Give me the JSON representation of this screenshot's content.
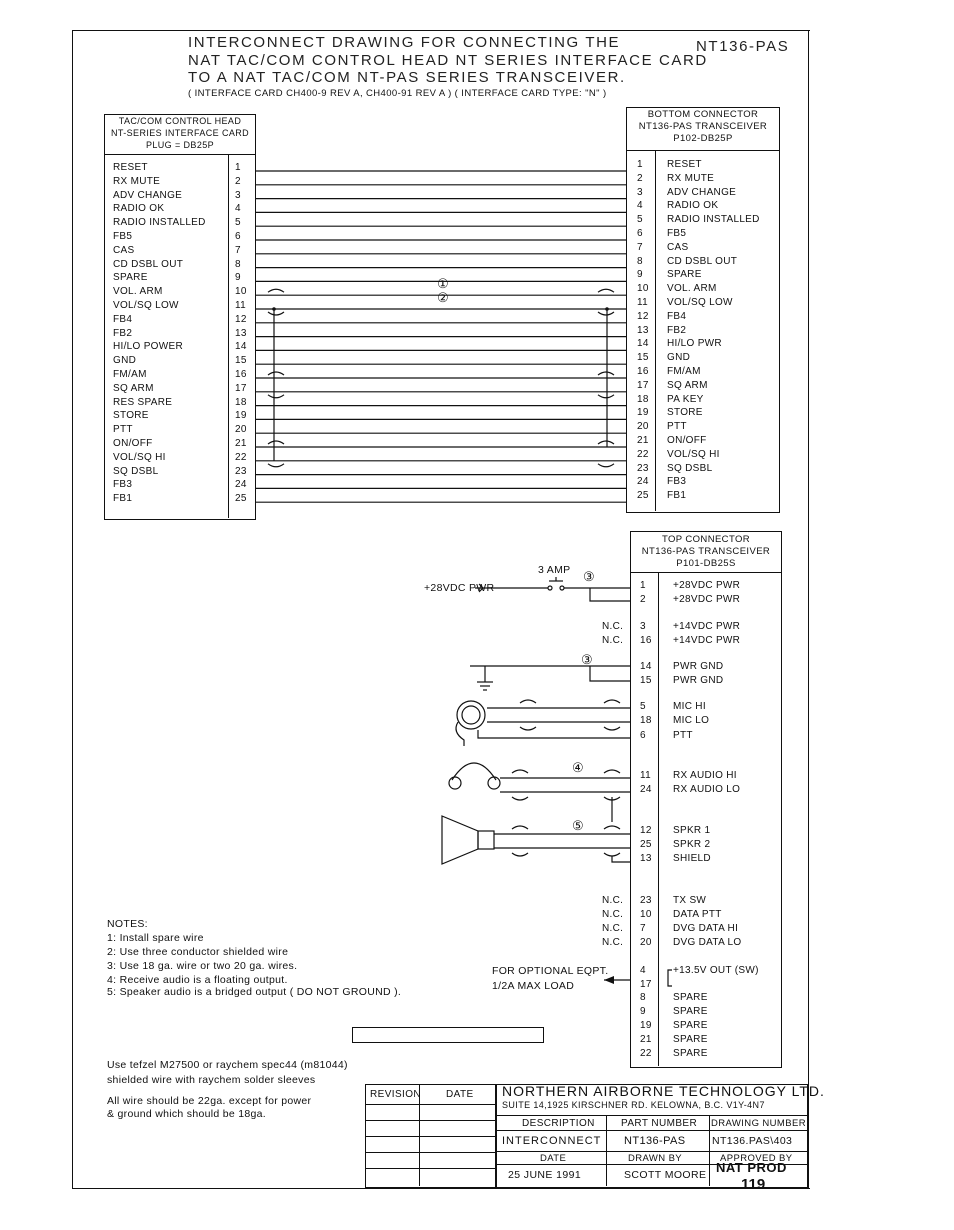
{
  "header": {
    "title_line1": "INTERCONNECT DRAWING FOR CONNECTING THE",
    "title_line2": "NAT TAC/COM CONTROL HEAD NT SERIES INTERFACE CARD",
    "title_line3": "TO A NAT TAC/COM NT-PAS SERIES TRANSCEIVER.",
    "subtitle": "( INTERFACE CARD CH400-9 REV A, CH400-91 REV A ) ( INTERFACE CARD TYPE: \"N\" )",
    "model": "NT136-PAS"
  },
  "left_connector": {
    "header_lines": [
      "TAC/COM CONTROL HEAD",
      "NT-SERIES INTERFACE CARD",
      "PLUG = DB25P"
    ],
    "pins": [
      {
        "label": "RESET",
        "num": "1"
      },
      {
        "label": "RX MUTE",
        "num": "2"
      },
      {
        "label": "ADV CHANGE",
        "num": "3"
      },
      {
        "label": "RADIO OK",
        "num": "4"
      },
      {
        "label": "RADIO INSTALLED",
        "num": "5"
      },
      {
        "label": "FB5",
        "num": "6"
      },
      {
        "label": "CAS",
        "num": "7"
      },
      {
        "label": "CD DSBL OUT",
        "num": "8"
      },
      {
        "label": "SPARE",
        "num": "9"
      },
      {
        "label": "VOL. ARM",
        "num": "10"
      },
      {
        "label": "VOL/SQ LOW",
        "num": "11"
      },
      {
        "label": "FB4",
        "num": "12"
      },
      {
        "label": "FB2",
        "num": "13"
      },
      {
        "label": "HI/LO POWER",
        "num": "14"
      },
      {
        "label": "GND",
        "num": "15"
      },
      {
        "label": "FM/AM",
        "num": "16"
      },
      {
        "label": "SQ ARM",
        "num": "17"
      },
      {
        "label": "RES SPARE",
        "num": "18"
      },
      {
        "label": "STORE",
        "num": "19"
      },
      {
        "label": "PTT",
        "num": "20"
      },
      {
        "label": "ON/OFF",
        "num": "21"
      },
      {
        "label": "VOL/SQ HI",
        "num": "22"
      },
      {
        "label": "SQ DSBL",
        "num": "23"
      },
      {
        "label": "FB3",
        "num": "24"
      },
      {
        "label": "FB1",
        "num": "25"
      }
    ]
  },
  "bottom_connector": {
    "header_lines": [
      "BOTTOM CONNECTOR",
      "NT136-PAS TRANSCEIVER",
      "P102-DB25P"
    ],
    "pins": [
      {
        "num": "1",
        "label": "RESET"
      },
      {
        "num": "2",
        "label": "RX MUTE"
      },
      {
        "num": "3",
        "label": "ADV CHANGE"
      },
      {
        "num": "4",
        "label": "RADIO OK"
      },
      {
        "num": "5",
        "label": "RADIO INSTALLED"
      },
      {
        "num": "6",
        "label": "FB5"
      },
      {
        "num": "7",
        "label": "CAS"
      },
      {
        "num": "8",
        "label": "CD DSBL OUT"
      },
      {
        "num": "9",
        "label": "SPARE"
      },
      {
        "num": "10",
        "label": "VOL. ARM"
      },
      {
        "num": "11",
        "label": "VOL/SQ LOW"
      },
      {
        "num": "12",
        "label": "FB4"
      },
      {
        "num": "13",
        "label": "FB2"
      },
      {
        "num": "14",
        "label": "HI/LO PWR"
      },
      {
        "num": "15",
        "label": "GND"
      },
      {
        "num": "16",
        "label": "FM/AM"
      },
      {
        "num": "17",
        "label": "SQ ARM"
      },
      {
        "num": "18",
        "label": "PA KEY"
      },
      {
        "num": "19",
        "label": "STORE"
      },
      {
        "num": "20",
        "label": "PTT"
      },
      {
        "num": "21",
        "label": "ON/OFF"
      },
      {
        "num": "22",
        "label": "VOL/SQ HI"
      },
      {
        "num": "23",
        "label": "SQ DSBL"
      },
      {
        "num": "24",
        "label": "FB3"
      },
      {
        "num": "25",
        "label": "FB1"
      }
    ]
  },
  "shield_marks": [
    "①",
    "②"
  ],
  "top_connector": {
    "header_lines": [
      "TOP CONNECTOR",
      "NT136-PAS TRANSCEIVER",
      "P101-DB25S"
    ],
    "pins": [
      {
        "num": "1",
        "label": "+28VDC PWR",
        "nc": ""
      },
      {
        "num": "2",
        "label": "+28VDC PWR",
        "nc": ""
      },
      {
        "num": "3",
        "label": "+14VDC PWR",
        "nc": "N.C."
      },
      {
        "num": "16",
        "label": "+14VDC PWR",
        "nc": "N.C."
      },
      {
        "num": "14",
        "label": "PWR GND",
        "nc": ""
      },
      {
        "num": "15",
        "label": "PWR GND",
        "nc": ""
      },
      {
        "num": "5",
        "label": "MIC HI",
        "nc": ""
      },
      {
        "num": "18",
        "label": "MIC LO",
        "nc": ""
      },
      {
        "num": "6",
        "label": "PTT",
        "nc": ""
      },
      {
        "num": "11",
        "label": "RX AUDIO HI",
        "nc": ""
      },
      {
        "num": "24",
        "label": "RX AUDIO LO",
        "nc": ""
      },
      {
        "num": "12",
        "label": "SPKR 1",
        "nc": ""
      },
      {
        "num": "25",
        "label": "SPKR 2",
        "nc": ""
      },
      {
        "num": "13",
        "label": "SHIELD",
        "nc": ""
      },
      {
        "num": "23",
        "label": "TX SW",
        "nc": "N.C."
      },
      {
        "num": "10",
        "label": "DATA PTT",
        "nc": "N.C."
      },
      {
        "num": "7",
        "label": "DVG DATA HI",
        "nc": "N.C."
      },
      {
        "num": "20",
        "label": "DVG DATA LO",
        "nc": "N.C."
      },
      {
        "num": "4",
        "label": "+13.5V OUT (SW)",
        "nc": ""
      },
      {
        "num": "17",
        "label": "",
        "nc": ""
      },
      {
        "num": "8",
        "label": "SPARE",
        "nc": ""
      },
      {
        "num": "9",
        "label": "SPARE",
        "nc": ""
      },
      {
        "num": "19",
        "label": "SPARE",
        "nc": ""
      },
      {
        "num": "21",
        "label": "SPARE",
        "nc": ""
      },
      {
        "num": "22",
        "label": "SPARE",
        "nc": ""
      }
    ]
  },
  "power": {
    "supply_label": "+28VDC PWR",
    "breaker_label": "3 AMP",
    "marks": [
      "③",
      "③",
      "④",
      "⑤"
    ]
  },
  "optional": {
    "line1": "FOR OPTIONAL EQPT.",
    "line2": "1/2A MAX LOAD"
  },
  "notes": {
    "heading": "NOTES:",
    "items": [
      "1: Install spare wire",
      "2: Use three conductor shielded wire",
      "3: Use 18 ga. wire or two 20 ga. wires.",
      "4: Receive audio is a floating output.",
      "5: Speaker audio is a bridged output ( DO NOT GROUND )."
    ],
    "wire_spec_1": "Use tefzel M27500 or raychem spec44 (m81044)",
    "wire_spec_2": "shielded wire with raychem solder sleeves",
    "gauge_1": "All wire should be 22ga. except for power",
    "gauge_2": "& ground which should be 18ga."
  },
  "title_block": {
    "revision_label": "REVISION",
    "date_label": "DATE",
    "company": "NORTHERN AIRBORNE TECHNOLOGY LTD.",
    "address": "SUITE 14,1925 KIRSCHNER RD. KELOWNA, B.C. V1Y-4N7",
    "description_label": "DESCRIPTION",
    "part_number_label": "PART NUMBER",
    "drawing_number_label": "DRAWING NUMBER",
    "description": "INTERCONNECT",
    "part_number": "NT136-PAS",
    "drawing_number": "NT136.PAS\\403",
    "date2_label": "DATE",
    "drawn_by_label": "DRAWN BY",
    "approved_by_label": "APPROVED BY",
    "date_value": "25 JUNE 1991",
    "drawn_by": "SCOTT MOORE",
    "approved_by": "NAT PROD",
    "page_number": "119"
  }
}
